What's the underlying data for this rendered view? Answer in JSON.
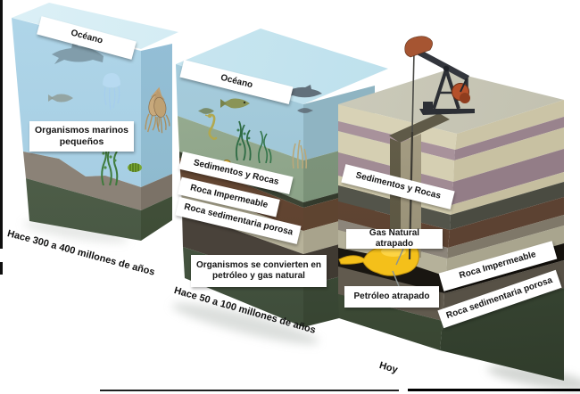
{
  "figure": {
    "title_hidden": "",
    "stages": [
      {
        "ocean_label": "Océano",
        "organisms_label": "Organismos marinos pequeños",
        "caption": "Hace 300 a 400 millones de años"
      },
      {
        "ocean_label": "Océano",
        "sediments_label": "Sedimentos y Rocas",
        "impermeable_label": "Roca Impermeable",
        "porous_label": "Roca sedimentaria porosa",
        "convert_label": "Organismos se convierten en petróleo y gas natural",
        "caption": "Hace 50 a 100 millones de años"
      },
      {
        "sediments_label": "Sedimentos y Rocas",
        "gas_label": "Gas Natural atrapado",
        "impermeable_label": "Roca Impermeable",
        "oil_label": "Petróleo atrapado",
        "porous_label": "Roca sedimentaria porosa",
        "caption": "Hoy"
      }
    ],
    "colors": {
      "gas_yellow": "#f4c01a",
      "label_background": "#ffffff",
      "label_text": "#141414",
      "ocean_water": "#a5cde2",
      "green_rock": "#4f5f4a",
      "mauve_band": "#a18b94",
      "sand_tan": "#d5cfb2",
      "impermeable_black": "#191611",
      "pumpjack_orange": "#a65532"
    },
    "icons": [
      "shark-icon",
      "jellyfish-icon",
      "squid-icon",
      "fish-icon",
      "seahorse-icon",
      "seaweed-icon",
      "trilobite-icon",
      "pumpjack-icon",
      "gas-deposit-icon",
      "well-pipe-icon"
    ]
  }
}
